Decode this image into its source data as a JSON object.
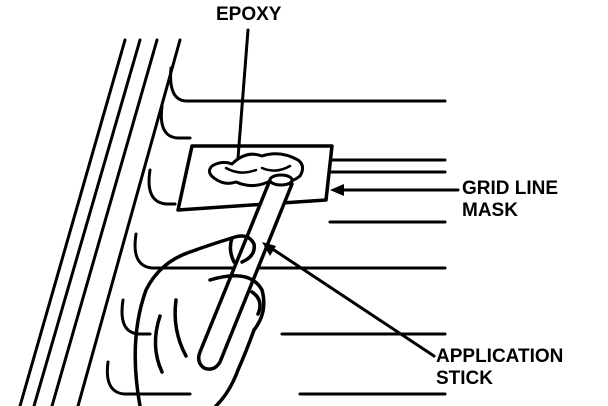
{
  "labels": {
    "epoxy": "EPOXY",
    "grid_line_mask": [
      "GRID LINE",
      "MASK"
    ],
    "application_stick": [
      "APPLICATION",
      "STICK"
    ]
  },
  "colors": {
    "line": "#000000",
    "background": "#ffffff"
  }
}
